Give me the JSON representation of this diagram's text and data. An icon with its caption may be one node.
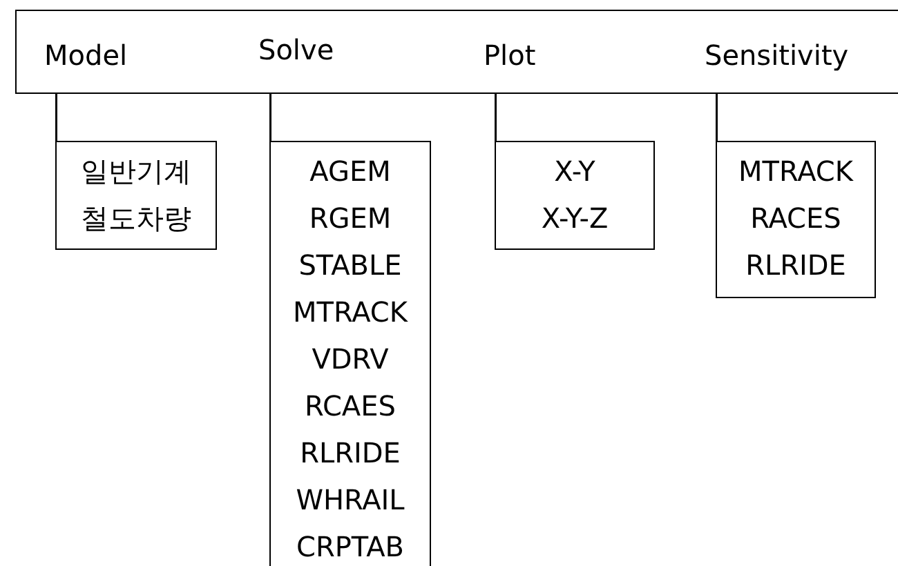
{
  "diagram": {
    "nodes": [
      {
        "text": [],
        "shape": "box"
      },
      {
        "text": [
          "Model"
        ],
        "in": 0
      },
      {
        "text": [
          "Solve"
        ],
        "in": 0
      },
      {
        "text": [
          "Plot"
        ],
        "in": 0
      },
      {
        "text": [
          "Sensitivity"
        ],
        "in": 0
      },
      {
        "text": [
          "일반기계",
          "철도차량"
        ]
      },
      {
        "text": [
          "AGEM",
          "RGEM",
          "STABLE",
          "MTRACK",
          "VDRV",
          "RCAES",
          "RLRIDE",
          "WHRAIL",
          "CRPTAB"
        ]
      },
      {
        "text": [
          "X-Y",
          "X-Y-Z"
        ]
      },
      {
        "text": [
          "MTRACK",
          "RACES",
          "RLRIDE"
        ]
      }
    ],
    "edges": [
      {
        "from": 1,
        "to": 5,
        "arrow": "none"
      },
      {
        "from": 2,
        "to": 6,
        "arrow": "none"
      },
      {
        "from": 3,
        "to": 7,
        "arrow": "none"
      },
      {
        "from": 4,
        "to": 8,
        "arrow": "none"
      }
    ]
  }
}
